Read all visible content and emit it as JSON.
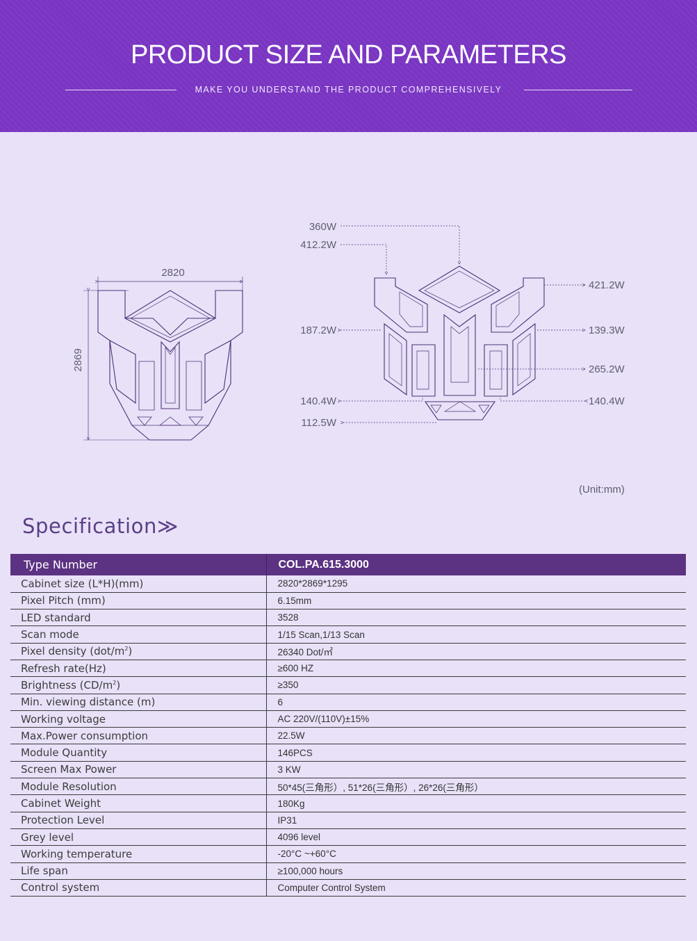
{
  "header": {
    "title": "PRODUCT SIZE AND PARAMETERS",
    "subtitle": "MAKE YOU  UNDERSTAND THE PRODUCT COMPREHENSIVELY"
  },
  "diagram": {
    "width_label": "2820",
    "height_label": "2869",
    "power_labels": {
      "p360": "360W",
      "p412": "412.2W",
      "p421": "421.2W",
      "p187": "187.2W",
      "p139": "139.3W",
      "p265": "265.2W",
      "p140_left": "140.4W",
      "p140_right": "140.4W",
      "p112": "112.5W"
    },
    "unit": "(Unit:mm)"
  },
  "spec": {
    "title": "Specification≫",
    "header": {
      "key": "Type Number",
      "value": "COL.PA.615.3000"
    },
    "rows": [
      {
        "key": "Cabinet size (L*H)(mm)",
        "value": "2820*2869*1295"
      },
      {
        "key": "Pixel Pitch (mm)",
        "value": "6.15mm"
      },
      {
        "key": "LED standard",
        "value": "3528"
      },
      {
        "key": "Scan mode",
        "value": "1/15 Scan,1/13 Scan"
      },
      {
        "key": "Pixel density (dot/m",
        "key_sup": "2",
        "key_tail": ")",
        "value": "26340 Dot/㎡"
      },
      {
        "key": "Refresh rate(Hz)",
        "value": "≥600 HZ"
      },
      {
        "key": "Brightness (CD/m",
        "key_sup": "2",
        "key_tail": ")",
        "value": "≥350"
      },
      {
        "key": "Min. viewing distance (m)",
        "value": "6"
      },
      {
        "key": "Working voltage",
        "value": "AC 220V/(110V)±15%"
      },
      {
        "key": "Max.Power consumption",
        "value": "22.5W"
      },
      {
        "key": "Module Quantity",
        "value": "146PCS"
      },
      {
        "key": "Screen Max Power",
        "value": "3 KW"
      },
      {
        "key": "Module Resolution",
        "value": "50*45(三角形）, 51*26(三角形）, 26*26(三角形）"
      },
      {
        "key": "Cabinet Weight",
        "value": "180Kg"
      },
      {
        "key": "Protection Level",
        "value": "IP31"
      },
      {
        "key": "Grey level",
        "value": "4096 level"
      },
      {
        "key": "Working temperature",
        "value": "-20°C ~+60°C"
      },
      {
        "key": "Life span",
        "value": "≥100,000 hours"
      },
      {
        "key": "Control system",
        "value": "Computer Control System"
      }
    ]
  },
  "colors": {
    "header_bg": "#7a35c2",
    "page_bg": "#e9e1f8",
    "table_header_bg": "#5c3282",
    "line_art": "#4a3275"
  }
}
